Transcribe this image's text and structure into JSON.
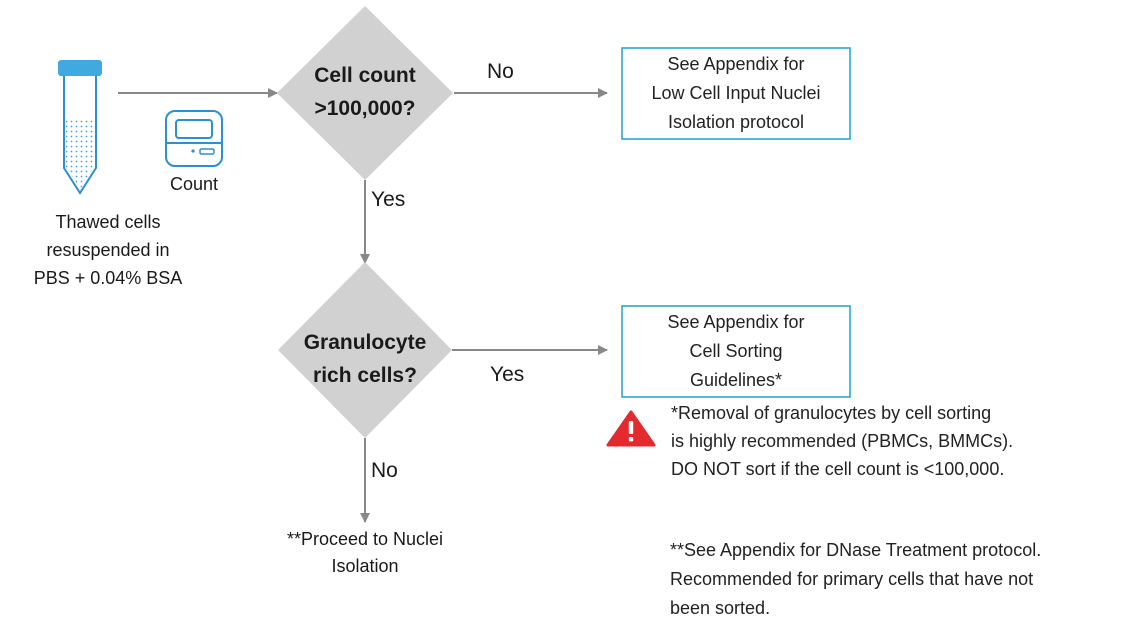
{
  "steps": {
    "thawed_cells": {
      "lines": [
        "Thawed cells",
        "resuspended in",
        "PBS + 0.04% BSA"
      ]
    },
    "count_label": "Count",
    "decision1": {
      "lines": [
        "Cell count",
        ">100,000?"
      ],
      "no_label": "No",
      "yes_label": "Yes"
    },
    "appendix_low_input": {
      "lines": [
        "See Appendix for",
        "Low Cell Input Nuclei",
        "Isolation protocol"
      ]
    },
    "decision2": {
      "lines": [
        "Granulocyte",
        "rich cells?"
      ],
      "yes_label": "Yes",
      "no_label": "No"
    },
    "appendix_sorting": {
      "lines": [
        "See Appendix for",
        "Cell Sorting",
        "Guidelines*"
      ]
    },
    "proceed": {
      "lines": [
        "**Proceed to Nuclei",
        "Isolation"
      ]
    }
  },
  "notes": {
    "warning": {
      "lines": [
        "*Removal of granulocytes by cell sorting",
        "is highly recommended (PBMCs, BMMCs).",
        "DO NOT sort if the cell count is <100,000."
      ],
      "icon": "warning-triangle-icon"
    },
    "dnase": {
      "lines": [
        "**See Appendix for DNase Treatment protocol.",
        "Recommended for primary cells that have not",
        "been sorted."
      ]
    }
  },
  "colors": {
    "diamond_fill": "#d1d1d1",
    "box_border": "#1ba3c9",
    "tube_cap": "#3fa9e0",
    "tube_outline": "#2b8fd0",
    "arrow": "#888888",
    "warning": "#e32a2f"
  }
}
